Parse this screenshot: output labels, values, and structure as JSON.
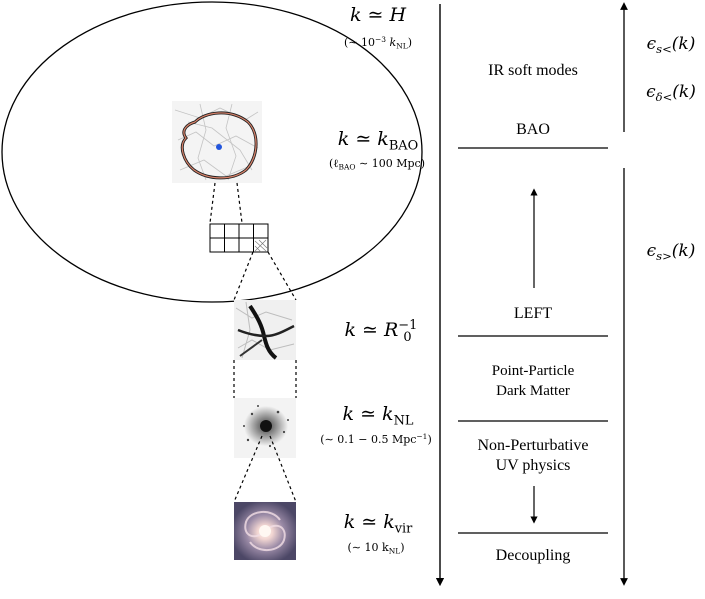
{
  "scales": [
    {
      "k_prefix": "k ≃ ",
      "k_main": "H",
      "k_sub": "",
      "k_sup": "",
      "note": "(∼ 10",
      "note_sup": "−3",
      "note_tail": "k",
      "note_tail_sub": "NL",
      "note_end": ")"
    },
    {
      "k_prefix": "k ≃ k",
      "k_main": "",
      "k_sub": "BAO",
      "k_sup": "",
      "note": "(ℓ",
      "note_sub": "BAO",
      "note_mid": " ∼ 100 Mpc)"
    },
    {
      "k_prefix": "k ≃ R",
      "k_main": "",
      "k_sub": "0",
      "k_sup": "−1"
    },
    {
      "k_prefix": "k ≃ k",
      "k_main": "",
      "k_sub": "NL",
      "k_sup": "",
      "note": "(∼ 0.1 − 0.5 Mpc",
      "note_sup": "−1",
      "note_end": ")"
    },
    {
      "k_prefix": "k ≃ k",
      "k_main": "",
      "k_sub": "vir",
      "k_sup": "",
      "note": "(∼ 10 k",
      "note_sub": "NL",
      "note_end": ")"
    }
  ],
  "regions": {
    "ir_soft_modes": "IR soft modes",
    "bao": "BAO",
    "left": "LEFT",
    "point_particle_line1": "Point-Particle",
    "point_particle_line2": "Dark Matter",
    "non_pert_line1": "Non-Perturbative",
    "non_pert_line2": "UV physics",
    "decoupling": "Decoupling"
  },
  "epsilons": [
    {
      "sym": "ϵ",
      "sub": "s<",
      "arg": "(k)"
    },
    {
      "sym": "ϵ",
      "sub": "δ<",
      "arg": "(k)"
    },
    {
      "sym": "ϵ",
      "sub": "s>",
      "arg": "(k)"
    }
  ],
  "colors": {
    "ink": "#000000",
    "bao_ring": "#d9826a",
    "dm_web": "#b9b9b9",
    "center_dot": "#2255dd",
    "galaxy_bg": "#6f6a8c",
    "galaxy_core": "#fff3ea"
  },
  "icons": {
    "cosmic_web_bao_thumbnail": "bao-cosmic-web-image",
    "grid": "subvolume-grid",
    "filament": "filament-image",
    "halo": "halo-image",
    "galaxy": "spiral-galaxy-image"
  }
}
